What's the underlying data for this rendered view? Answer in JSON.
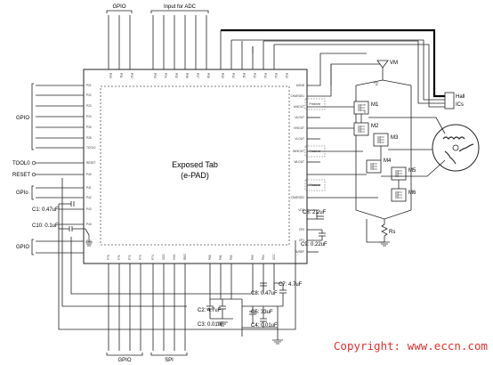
{
  "chip": {
    "title": "Exposed Tab",
    "subtitle": "(e-PAD)"
  },
  "labels": {
    "gpio_top": "GPIO",
    "adc_top": "Input for ADC",
    "vm": "VM",
    "hall_line1": "Hall",
    "hall_line2": "ICs",
    "gpio_left1": "GPIO",
    "tool0": "TOOL0",
    "reset": "RESET",
    "gpio_left2": "GPIo",
    "gpio_left3": "GPIO",
    "gpio_bottom": "GPIO",
    "spi_bottom": "SPI",
    "c1": "C1: 0.47uF",
    "c10": "C10: 0.1uF",
    "c6": "C6: 2.2uF",
    "c9": "C9: 0.22uF",
    "c7": "C7: 4.7uF",
    "c8": "C8: 0.47uF",
    "c2": "C2: 4.7uF",
    "c3": "C3: 0.01uF",
    "c5": "C5: 33uF",
    "c4": "C4: 0.01uF",
    "rs": "Rs",
    "m1": "M1",
    "m2": "M2",
    "m3": "M3",
    "m4": "M4",
    "m5": "M5",
    "m6": "M6",
    "star2": "*2",
    "predriver": "Predriver",
    "copyright": "Copyright: www.eccn.com"
  },
  "pins": {
    "top": [
      "P00",
      "P01",
      "P02",
      "P03",
      "P04",
      "P05",
      "P06",
      "P07",
      "P08",
      "P09",
      "P10",
      "P11",
      "P12",
      "P13",
      "P14",
      "P15"
    ],
    "left": [
      "P21",
      "P22",
      "P23",
      "P24",
      "P25",
      "P26",
      "TOOL0",
      "RESET",
      "P40",
      "P41",
      "P42",
      "P43",
      "P44",
      "P45"
    ],
    "right": [
      "AGND",
      "CHARGE1",
      "UHIOUT",
      "ULOUT",
      "VHIOUT",
      "VLOUT",
      "WHIOUT",
      "WLOUT",
      "CHARGE2",
      "VDD",
      "CP0",
      "CP1",
      "AVREF"
    ],
    "bottom": [
      "P70",
      "P71",
      "P72",
      "P73",
      "P74",
      "VDD",
      "VSS",
      "REG",
      "P60",
      "P61",
      "P62",
      "P63",
      "P64",
      "VCC"
    ]
  }
}
